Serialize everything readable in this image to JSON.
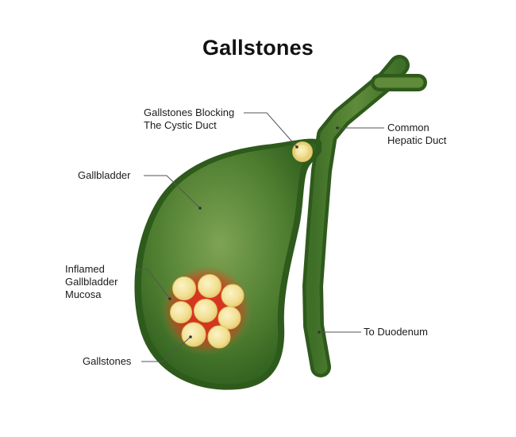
{
  "title": "Gallstones",
  "labels": {
    "blocking": {
      "line1": "Gallstones Blocking",
      "line2": "The Cystic Duct"
    },
    "common_hepatic": {
      "line1": "Common",
      "line2": "Hepatic Duct"
    },
    "gallbladder": "Gallbladder",
    "inflamed": {
      "line1": "Inflamed",
      "line2": "Gallbladder",
      "line3": "Mucosa"
    },
    "gallstones": "Gallstones",
    "duodenum": "To Duodenum"
  },
  "colors": {
    "organ_dark": "#2f5e1f",
    "organ_light": "#7ea353",
    "stone": "#f2e29a",
    "inflammation": "#e0291c",
    "leader": "#555555"
  }
}
